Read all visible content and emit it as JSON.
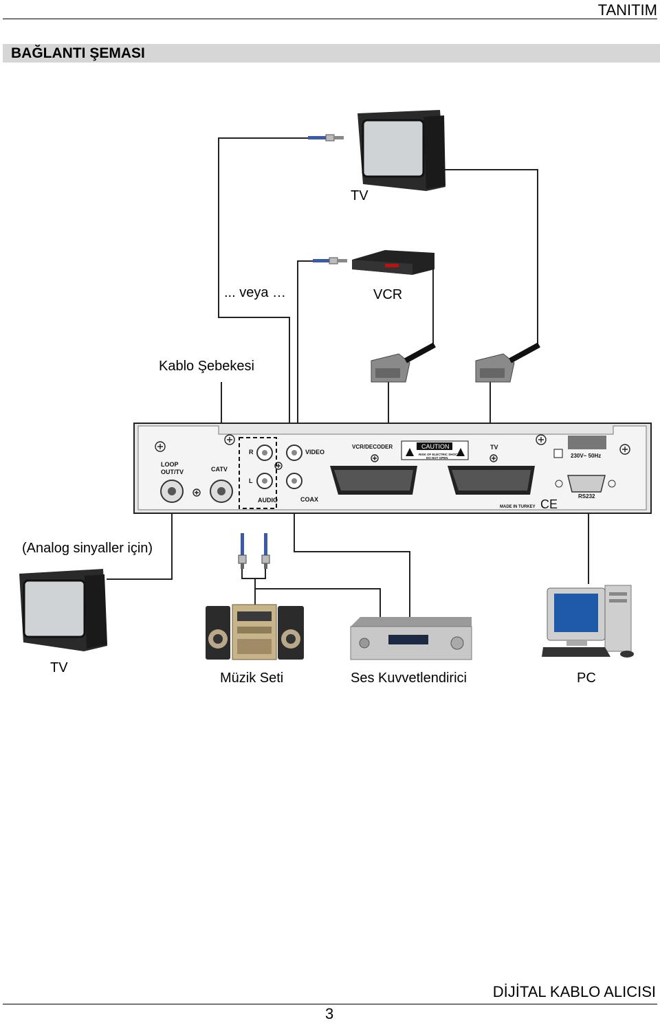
{
  "header": {
    "section": "TANITIM",
    "title": "BAĞLANTI ŞEMASI"
  },
  "labels": {
    "tv_top": "TV",
    "or_text": "... veya …",
    "vcr": "VCR",
    "cable_network": "Kablo Şebekesi",
    "analog_note": "(Analog sinyaller için)",
    "tv_bottom": "TV",
    "music_system": "Müzik Seti",
    "amplifier": "Ses Kuvvetlendirici",
    "pc": "PC"
  },
  "panel": {
    "loop_out": "LOOP",
    "loop_out2": "OUT/TV",
    "catv": "CATV",
    "r": "R",
    "l": "L",
    "audio": "AUDIO",
    "video": "VIDEO",
    "coax": "COAX",
    "vcr_decoder": "VCR/DECODER",
    "caution": "CAUTION",
    "caution_sub1": "RISK OF ELECTRIC SHOCK",
    "caution_sub2": "DO NOT OPEN",
    "tv": "TV",
    "power": "230V~ 50Hz",
    "rs232": "RS232",
    "made_in": "MADE IN TURKEY",
    "ce": "CE"
  },
  "footer": {
    "product": "DİJİTAL KABLO ALICISI",
    "page": "3"
  }
}
